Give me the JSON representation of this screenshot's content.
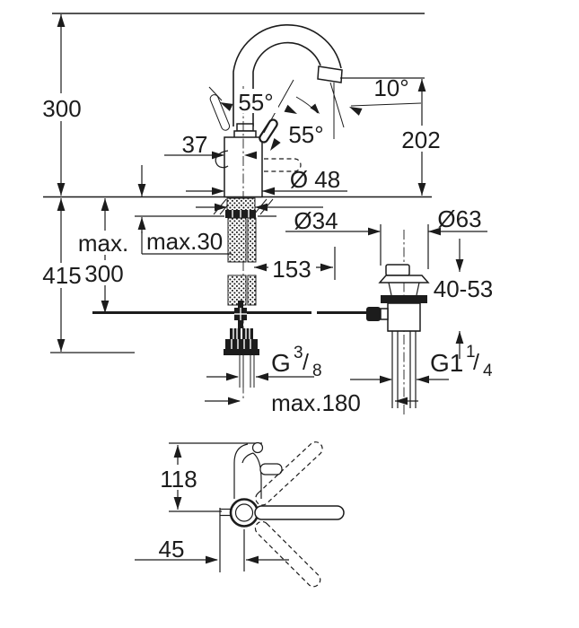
{
  "drawing": {
    "type": "technical-dimension-drawing",
    "subject": "single-lever basin mixer faucet with pop-up waste",
    "background_color": "#ffffff",
    "line_color": "#1c1c1c",
    "views": [
      "front-elevation",
      "plan-view"
    ]
  },
  "labels": {
    "height_above_counter": "300",
    "handle_offset": "37",
    "handle_swing_angle_left": "55°",
    "handle_swing_angle_right": "55°",
    "spout_outlet_angle": "10°",
    "spout_outlet_height": "202",
    "body_diameter": "Ø 48",
    "shank_diameter": "Ø34",
    "max_counter_thickness": "max.30",
    "below_counter_max_prefix": "max.",
    "below_counter_max_value": "300",
    "total_height_below": "415",
    "outlet_projection": "153",
    "waste_flange_diameter": "Ø63",
    "waste_clamping_range": "40-53",
    "supply_thread_g": "G",
    "supply_thread_numerator": "3",
    "supply_thread_slash": "/",
    "supply_thread_denominator": "8",
    "waste_thread_g": "G1",
    "waste_thread_numerator": "1",
    "waste_thread_slash": "/",
    "waste_thread_denominator": "4",
    "max_hose_distance": "max.180",
    "plan_spout_reach": "118",
    "plan_rear_offset": "45"
  }
}
